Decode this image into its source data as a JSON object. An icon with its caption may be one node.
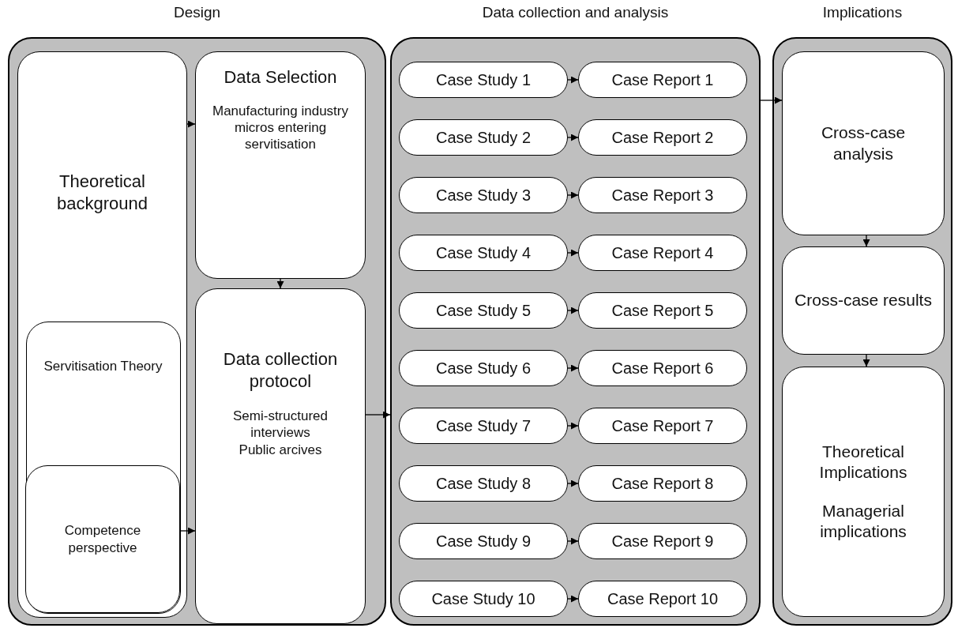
{
  "diagram": {
    "nodes": [
      {
        "text": [
          "Design"
        ]
      },
      {
        "text": [
          "Theoretical background"
        ],
        "in": 0
      },
      {
        "text": [
          "Servitisation Theory"
        ],
        "in": 1
      },
      {
        "text": [
          "Competence perspective"
        ],
        "in": 2
      },
      {
        "text": [
          "Data Selection",
          "Manufacturing industry micros entering servitisation"
        ],
        "in": 0
      },
      {
        "text": [
          "Data collection protocol",
          "Semi-structured interviews",
          "Public arcives"
        ],
        "in": 0
      },
      {
        "text": [
          "Data collection and analysis"
        ]
      },
      {
        "text": [
          "Case Study 1"
        ],
        "in": 6
      },
      {
        "text": [
          "Case Report 1"
        ],
        "in": 6
      },
      {
        "text": [
          "Case Study 2"
        ],
        "in": 6
      },
      {
        "text": [
          "Case Report 2"
        ],
        "in": 6
      },
      {
        "text": [
          "Case Study 3"
        ],
        "in": 6
      },
      {
        "text": [
          "Case Report 3"
        ],
        "in": 6
      },
      {
        "text": [
          "Case Study 4"
        ],
        "in": 6
      },
      {
        "text": [
          "Case Report 4"
        ],
        "in": 6
      },
      {
        "text": [
          "Case Study 5"
        ],
        "in": 6
      },
      {
        "text": [
          "Case Report 5"
        ],
        "in": 6
      },
      {
        "text": [
          "Case Study 6"
        ],
        "in": 6
      },
      {
        "text": [
          "Case Report 6"
        ],
        "in": 6
      },
      {
        "text": [
          "Case Study 7"
        ],
        "in": 6
      },
      {
        "text": [
          "Case Report 7"
        ],
        "in": 6
      },
      {
        "text": [
          "Case Study 8"
        ],
        "in": 6
      },
      {
        "text": [
          "Case Report 8"
        ],
        "in": 6
      },
      {
        "text": [
          "Case Study 9"
        ],
        "in": 6
      },
      {
        "text": [
          "Case Report 9"
        ],
        "in": 6
      },
      {
        "text": [
          "Case Study 10"
        ],
        "in": 6
      },
      {
        "text": [
          "Case Report 10"
        ],
        "in": 6
      },
      {
        "text": [
          "Implications"
        ]
      },
      {
        "text": [
          "Cross-case analysis"
        ],
        "in": 27
      },
      {
        "text": [
          "Cross-case results"
        ],
        "in": 27
      },
      {
        "text": [
          "Theoretical Implications",
          "Managerial implications"
        ],
        "in": 27
      }
    ],
    "edges": [
      {
        "from": 1,
        "to": 4,
        "arrow": "to"
      },
      {
        "from": 3,
        "to": 5,
        "arrow": "to"
      },
      {
        "from": 4,
        "to": 5,
        "arrow": "to"
      },
      {
        "from": 5,
        "to": 6,
        "arrow": "to"
      },
      {
        "from": 7,
        "to": 8,
        "arrow": "to"
      },
      {
        "from": 9,
        "to": 10,
        "arrow": "to"
      },
      {
        "from": 11,
        "to": 12,
        "arrow": "to"
      },
      {
        "from": 13,
        "to": 14,
        "arrow": "to"
      },
      {
        "from": 15,
        "to": 16,
        "arrow": "to"
      },
      {
        "from": 17,
        "to": 18,
        "arrow": "to"
      },
      {
        "from": 19,
        "to": 20,
        "arrow": "to"
      },
      {
        "from": 21,
        "to": 22,
        "arrow": "to"
      },
      {
        "from": 23,
        "to": 24,
        "arrow": "to"
      },
      {
        "from": 25,
        "to": 26,
        "arrow": "to"
      },
      {
        "from": 6,
        "to": 28,
        "arrow": "to"
      },
      {
        "from": 28,
        "to": 29,
        "arrow": "to"
      },
      {
        "from": 29,
        "to": 30,
        "arrow": "to"
      }
    ]
  }
}
